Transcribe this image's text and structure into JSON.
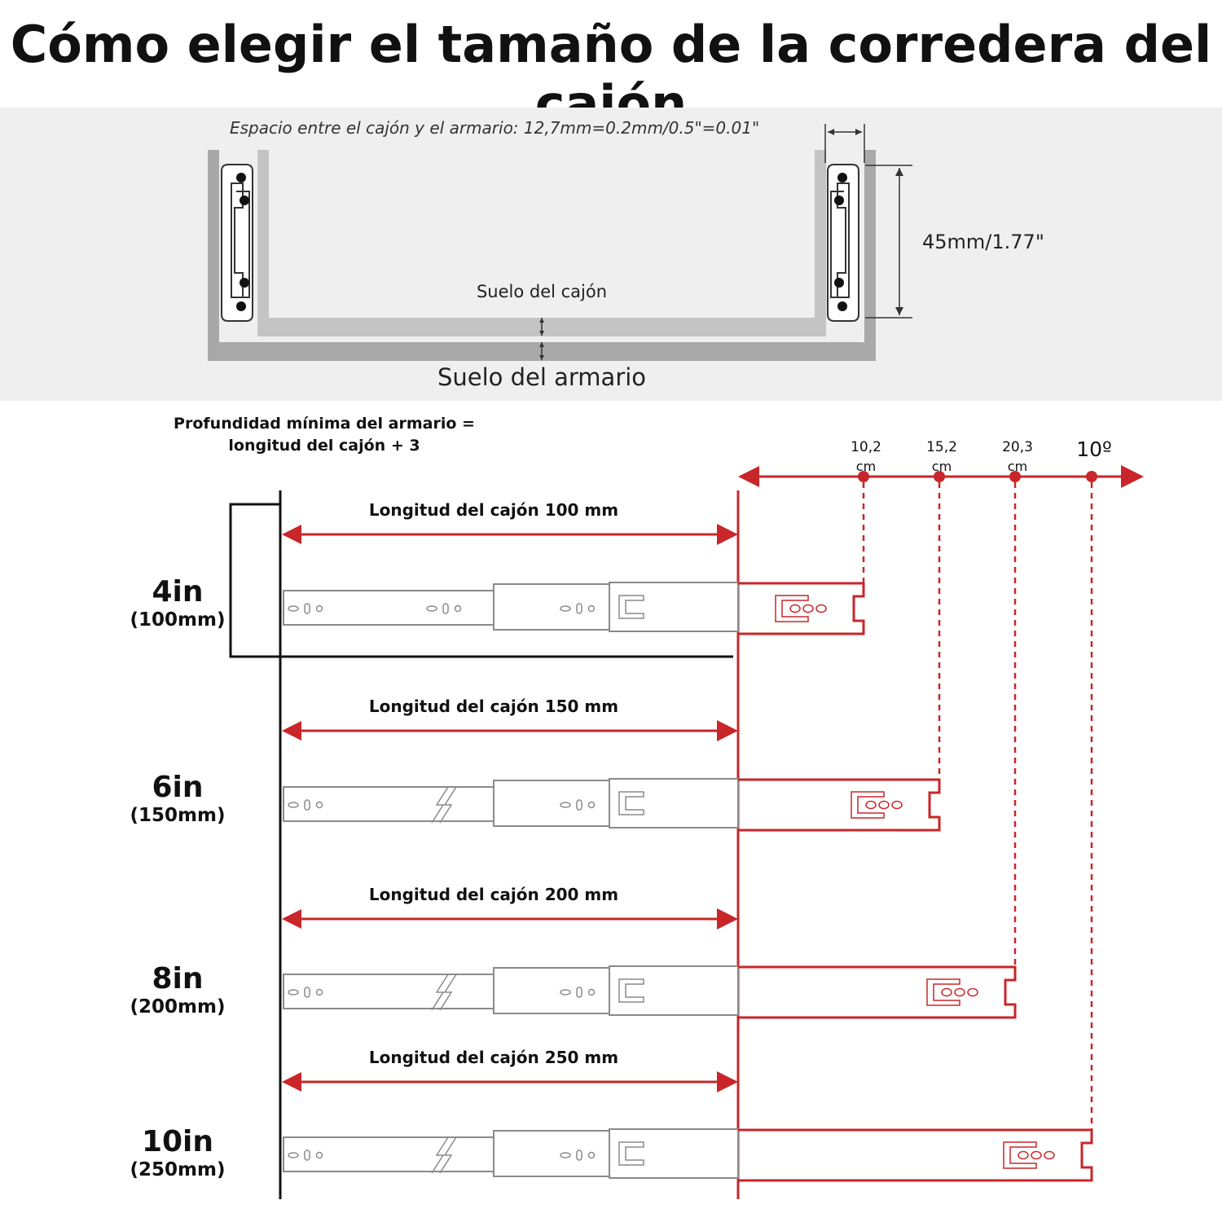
{
  "title": "Cómo elegir el tamaño de la corredera del cajón",
  "cross_section": {
    "gap_note": "Espacio entre el cajón y el armario: 12,7mm=0.2mm/0.5\"=0.01\"",
    "height_label": "45mm/1.77\"",
    "drawer_floor": "Suelo del cajón",
    "cabinet_floor": "Suelo del armario"
  },
  "depth_note": {
    "line1": "Profundidad mínima del armario =",
    "line2": "longitud del cajón + 3"
  },
  "extension_scale": {
    "ticks": [
      {
        "value": "10,2",
        "unit": "cm"
      },
      {
        "value": "15,2",
        "unit": "cm"
      },
      {
        "value": "20,3",
        "unit": "cm"
      },
      {
        "value": "10º",
        "unit": ""
      }
    ]
  },
  "slides": [
    {
      "size": "4in",
      "metric": "(100mm)",
      "length_label": "Longitud del cajón 100 mm"
    },
    {
      "size": "6in",
      "metric": "(150mm)",
      "length_label": "Longitud del cajón 150 mm"
    },
    {
      "size": "8in",
      "metric": "(200mm)",
      "length_label": "Longitud del cajón 200 mm"
    },
    {
      "size": "10in",
      "metric": "(250mm)",
      "length_label": "Longitud del cajón 250 mm"
    }
  ],
  "colors": {
    "accent": "#c8262a",
    "rail": "#9a9a9a",
    "panel": "#efefef"
  }
}
